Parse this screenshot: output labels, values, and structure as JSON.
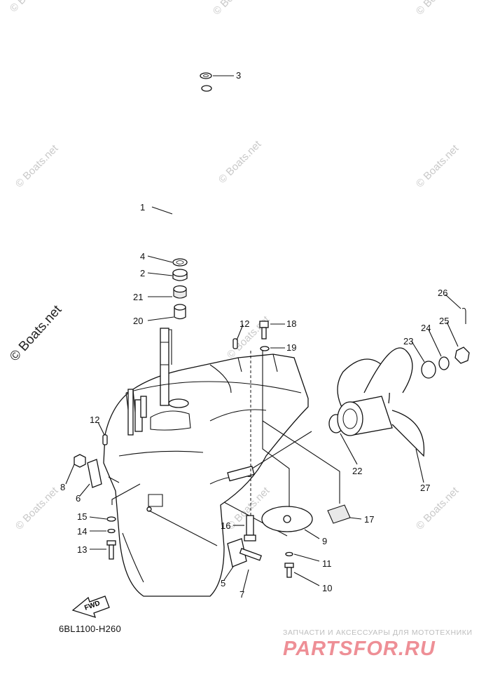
{
  "diagram_code": "6BL1100-H260",
  "fwd_label": "FWD",
  "watermark": {
    "text": "© Boats.net",
    "text_large": "© Boats.net"
  },
  "brand": {
    "tagline": "ЗАПЧАСТИ И АКСЕССУАРЫ ДЛЯ МОТОТЕХНИКИ",
    "logo": "PARTSFOR.RU",
    "logo_color": "#ee8f96"
  },
  "callouts": {
    "c1": "1",
    "c2": "2",
    "c3": "3",
    "c4": "4",
    "c5": "5",
    "c6": "6",
    "c7": "7",
    "c8": "8",
    "c9": "9",
    "c10": "10",
    "c11": "11",
    "c12a": "12",
    "c12b": "12",
    "c13": "13",
    "c14": "14",
    "c15": "15",
    "c16": "16",
    "c17": "17",
    "c18": "18",
    "c19": "19",
    "c20": "20",
    "c21": "21",
    "c22": "22",
    "c23": "23",
    "c24": "24",
    "c25": "25",
    "c26": "26",
    "c27": "27"
  }
}
